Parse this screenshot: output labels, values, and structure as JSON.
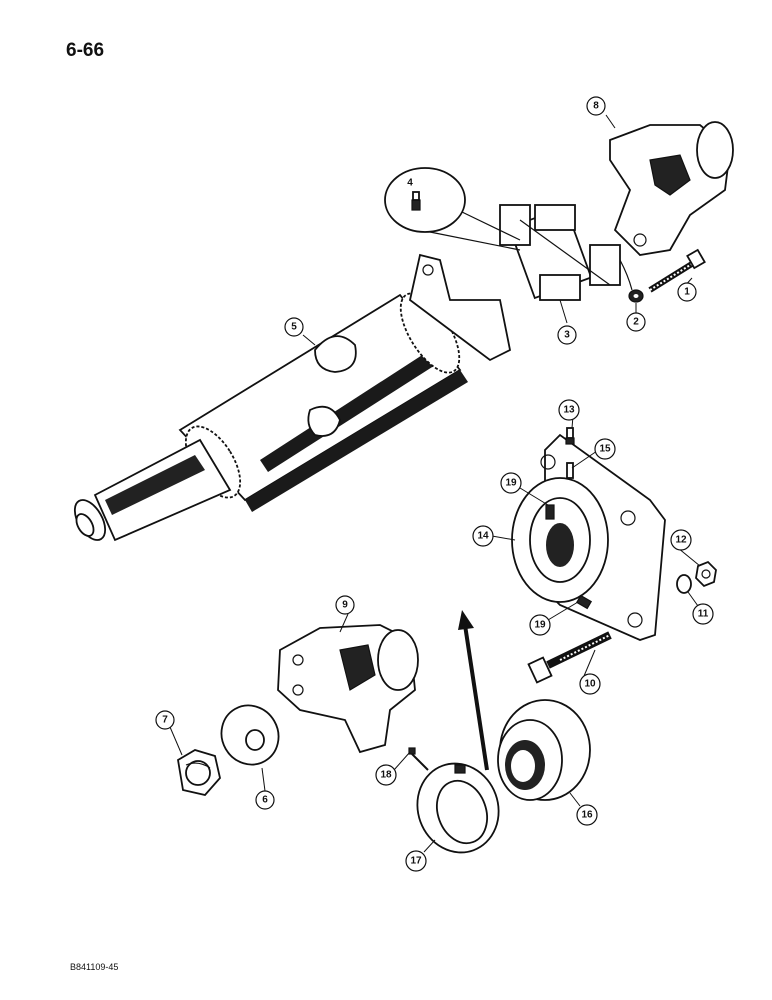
{
  "page": {
    "number": "6-66",
    "figure_code": "B841109-45"
  },
  "callouts": [
    {
      "id": "c1",
      "label": "1"
    },
    {
      "id": "c2",
      "label": "2"
    },
    {
      "id": "c3",
      "label": "3"
    },
    {
      "id": "c4",
      "label": "4"
    },
    {
      "id": "c5",
      "label": "5"
    },
    {
      "id": "c6",
      "label": "6"
    },
    {
      "id": "c7",
      "label": "7"
    },
    {
      "id": "c8",
      "label": "8"
    },
    {
      "id": "c9",
      "label": "9"
    },
    {
      "id": "c10",
      "label": "10"
    },
    {
      "id": "c11",
      "label": "11"
    },
    {
      "id": "c12",
      "label": "12"
    },
    {
      "id": "c13",
      "label": "13"
    },
    {
      "id": "c14",
      "label": "14"
    },
    {
      "id": "c15",
      "label": "15"
    },
    {
      "id": "c16",
      "label": "16"
    },
    {
      "id": "c17",
      "label": "17"
    },
    {
      "id": "c18",
      "label": "18"
    },
    {
      "id": "c19a",
      "label": "19"
    },
    {
      "id": "c19b",
      "label": "19"
    }
  ]
}
